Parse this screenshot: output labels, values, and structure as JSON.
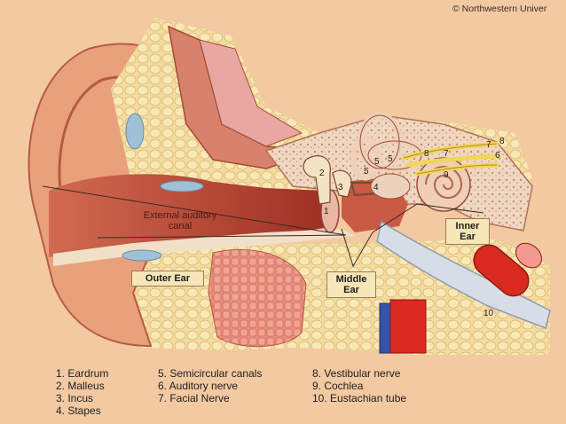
{
  "copyright": "© Northwestern Univer",
  "region_labels": {
    "outer_ear": "Outer Ear",
    "middle_ear": [
      "Middle",
      "Ear"
    ],
    "inner_ear": [
      "Inner",
      "Ear"
    ]
  },
  "canal_label": [
    "External auditory",
    "canal"
  ],
  "callouts": {
    "n1": "1",
    "n2": "2",
    "n3": "3",
    "n4": "4",
    "n5": "5",
    "n6": "6",
    "n7": "7",
    "n8": "8",
    "n9": "9",
    "n10": "10"
  },
  "legend": {
    "col1": [
      "1. Eardrum",
      "2. Malleus",
      "3. Incus",
      "4. Stapes"
    ],
    "col2": [
      "5. Semicircular canals",
      "6. Auditory nerve",
      "7. Facial Nerve"
    ],
    "col3": [
      "8. Vestibular nerve",
      "9. Cochlea",
      "10. Eustachian tube"
    ]
  },
  "colors": {
    "background": "#f3c9a2",
    "skin": "#e9a17c",
    "skin_dark": "#c8664a",
    "bone": "#f1d99a",
    "fat_cells": "#f6e3a8",
    "muscle": "#e57c6e",
    "nerve": "#f2d55a",
    "artery": "#d82a1e",
    "vein": "#3752a8",
    "canal": "#b63a2c"
  }
}
